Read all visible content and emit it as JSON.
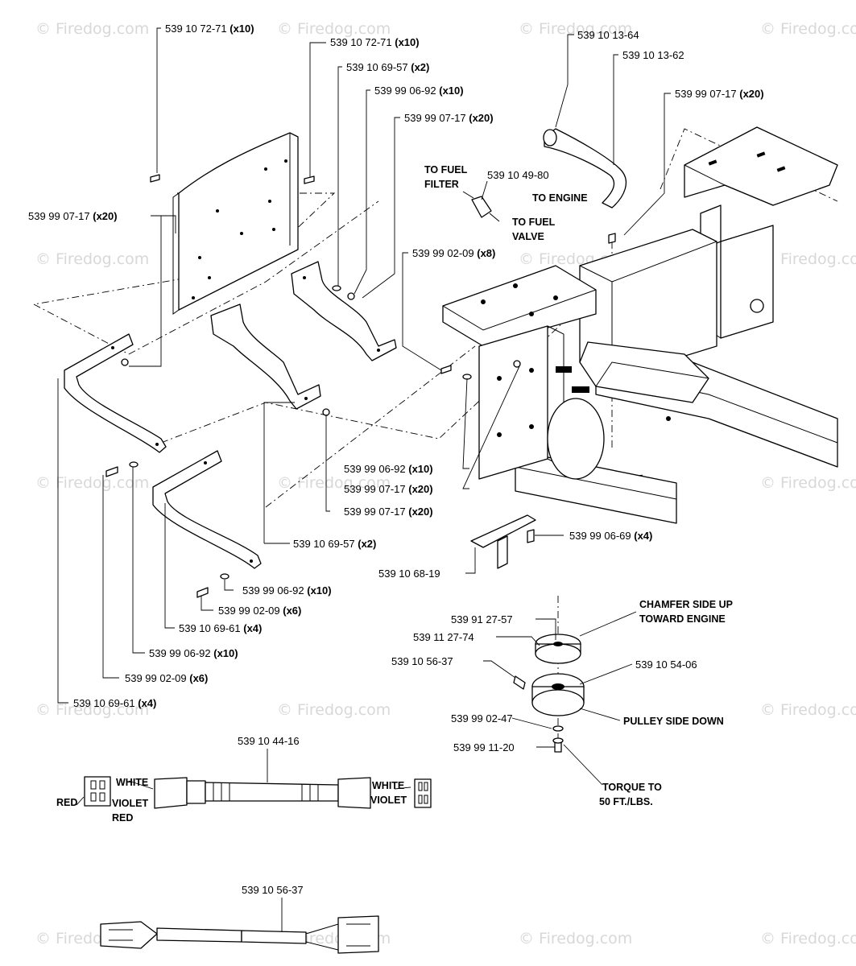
{
  "watermark": "© Firedog.com",
  "callouts": {
    "c01": {
      "part": "539 10 72-71",
      "qty": "(x10)"
    },
    "c02": {
      "part": "539 10 72-71",
      "qty": "(x10)"
    },
    "c03": {
      "part": "539 10 69-57",
      "qty": "(x2)"
    },
    "c04": {
      "part": "539 99 06-92",
      "qty": "(x10)"
    },
    "c05": {
      "part": "539 99 07-17",
      "qty": "(x20)"
    },
    "c06": {
      "part": "539 99 07-17",
      "qty": "(x20)"
    },
    "c07": {
      "part": "539 10 13-64",
      "qty": ""
    },
    "c08": {
      "part": "539 10 13-62",
      "qty": ""
    },
    "c09": {
      "part": "539 99 07-17",
      "qty": "(x20)"
    },
    "c10": {
      "part": "539 10 49-80",
      "qty": ""
    },
    "c11": {
      "part": "539 99 02-09",
      "qty": "(x8)"
    },
    "c12": {
      "part": "539 99 06-92",
      "qty": "(x10)"
    },
    "c13": {
      "part": "539 99 07-17",
      "qty": "(x20)"
    },
    "c14": {
      "part": "539 99 07-17",
      "qty": "(x20)"
    },
    "c15": {
      "part": "539 99 06-69",
      "qty": "(x4)"
    },
    "c16": {
      "part": "539 10 69-57",
      "qty": "(x2)"
    },
    "c17": {
      "part": "539 10 68-19",
      "qty": ""
    },
    "c18": {
      "part": "539 99 06-92",
      "qty": "(x10)"
    },
    "c19": {
      "part": "539 99 02-09",
      "qty": "(x6)"
    },
    "c20": {
      "part": "539 10 69-61",
      "qty": "(x4)"
    },
    "c21": {
      "part": "539 99 06-92",
      "qty": "(x10)"
    },
    "c22": {
      "part": "539 99 02-09",
      "qty": "(x6)"
    },
    "c23": {
      "part": "539 10 69-61",
      "qty": "(x4)"
    },
    "c24": {
      "part": "539 91 27-57",
      "qty": ""
    },
    "c25": {
      "part": "539 11 27-74",
      "qty": ""
    },
    "c26": {
      "part": "539 10 56-37",
      "qty": ""
    },
    "c27": {
      "part": "539 10 54-06",
      "qty": ""
    },
    "c28": {
      "part": "539 99 02-47",
      "qty": ""
    },
    "c29": {
      "part": "539 99 11-20",
      "qty": ""
    },
    "c30": {
      "part": "539 10 44-16",
      "qty": ""
    },
    "c31": {
      "part": "539 10 56-37",
      "qty": ""
    }
  },
  "notes": {
    "to_fuel_filter_1": "TO FUEL",
    "to_fuel_filter_2": "FILTER",
    "to_engine": "TO ENGINE",
    "to_fuel_valve_1": "TO FUEL",
    "to_fuel_valve_2": "VALVE",
    "chamfer_1": "CHAMFER SIDE UP",
    "chamfer_2": "TOWARD ENGINE",
    "pulley_side": "PULLEY SIDE DOWN",
    "torque_1": "TORQUE TO",
    "torque_2": "50 FT./LBS."
  },
  "wires": {
    "white_left": "WHITE",
    "red_left": "RED",
    "violet_left": "VIOLET",
    "red_below": "RED",
    "white_right": "WHITE",
    "violet_right": "VIOLET"
  }
}
